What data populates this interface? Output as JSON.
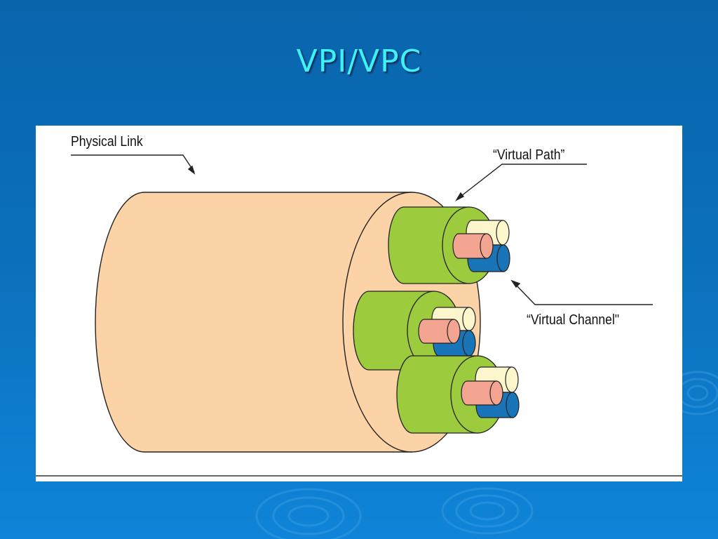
{
  "slide": {
    "title": "VPI/VPC"
  },
  "diagram": {
    "labels": {
      "physical_link": "Physical Link",
      "virtual_path": "“Virtual Path”",
      "virtual_channel": "“Virtual Channel\""
    }
  },
  "colors": {
    "background": "#0b6fba",
    "title": "#3ff0f4",
    "physical_link": "#fcd3a7",
    "virtual_path": "#9ccb3d",
    "channel_pink": "#f3a591",
    "channel_cream": "#fbf6cb",
    "channel_blue": "#1a74b8"
  }
}
